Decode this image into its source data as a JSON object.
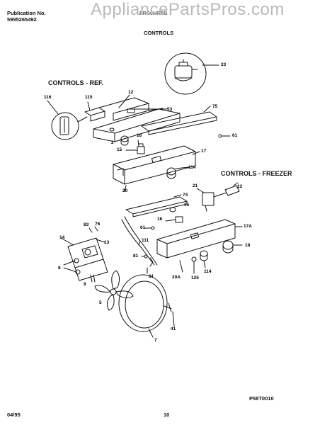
{
  "header": {
    "publication_label": "Publication No.",
    "publication_number": "5995265492",
    "model_obscured": "FRS6HR5B",
    "section": "CONTROLS"
  },
  "watermark": "AppliancePartsPros.com",
  "sections": {
    "ref": "CONTROLS - REF.",
    "freezer": "CONTROLS - FREEZER"
  },
  "parts": {
    "p23": "23",
    "p116": "116",
    "p115": "115",
    "p12": "12",
    "p53": "53",
    "p75": "75",
    "p2": "2",
    "p16a": "16",
    "p61a": "61",
    "p15a": "15",
    "p17": "17",
    "p114a": "114",
    "p20": "20",
    "p22": "22",
    "p21": "21",
    "p74": "74",
    "p15b": "15",
    "p16b": "16",
    "p17a": "17A",
    "p61b": "61",
    "p14": "14",
    "p83": "83",
    "p76": "76",
    "p13": "13",
    "p111": "111",
    "p18": "18",
    "p81a": "81",
    "p8": "8",
    "p81b": "81",
    "p20a": "20A",
    "p114b": "114",
    "p125": "125",
    "p9": "9",
    "p5": "5",
    "p7": "7",
    "p41": "41"
  },
  "footer": {
    "diagram_code": "P58T0010",
    "date": "04/95",
    "page_number": "10"
  }
}
